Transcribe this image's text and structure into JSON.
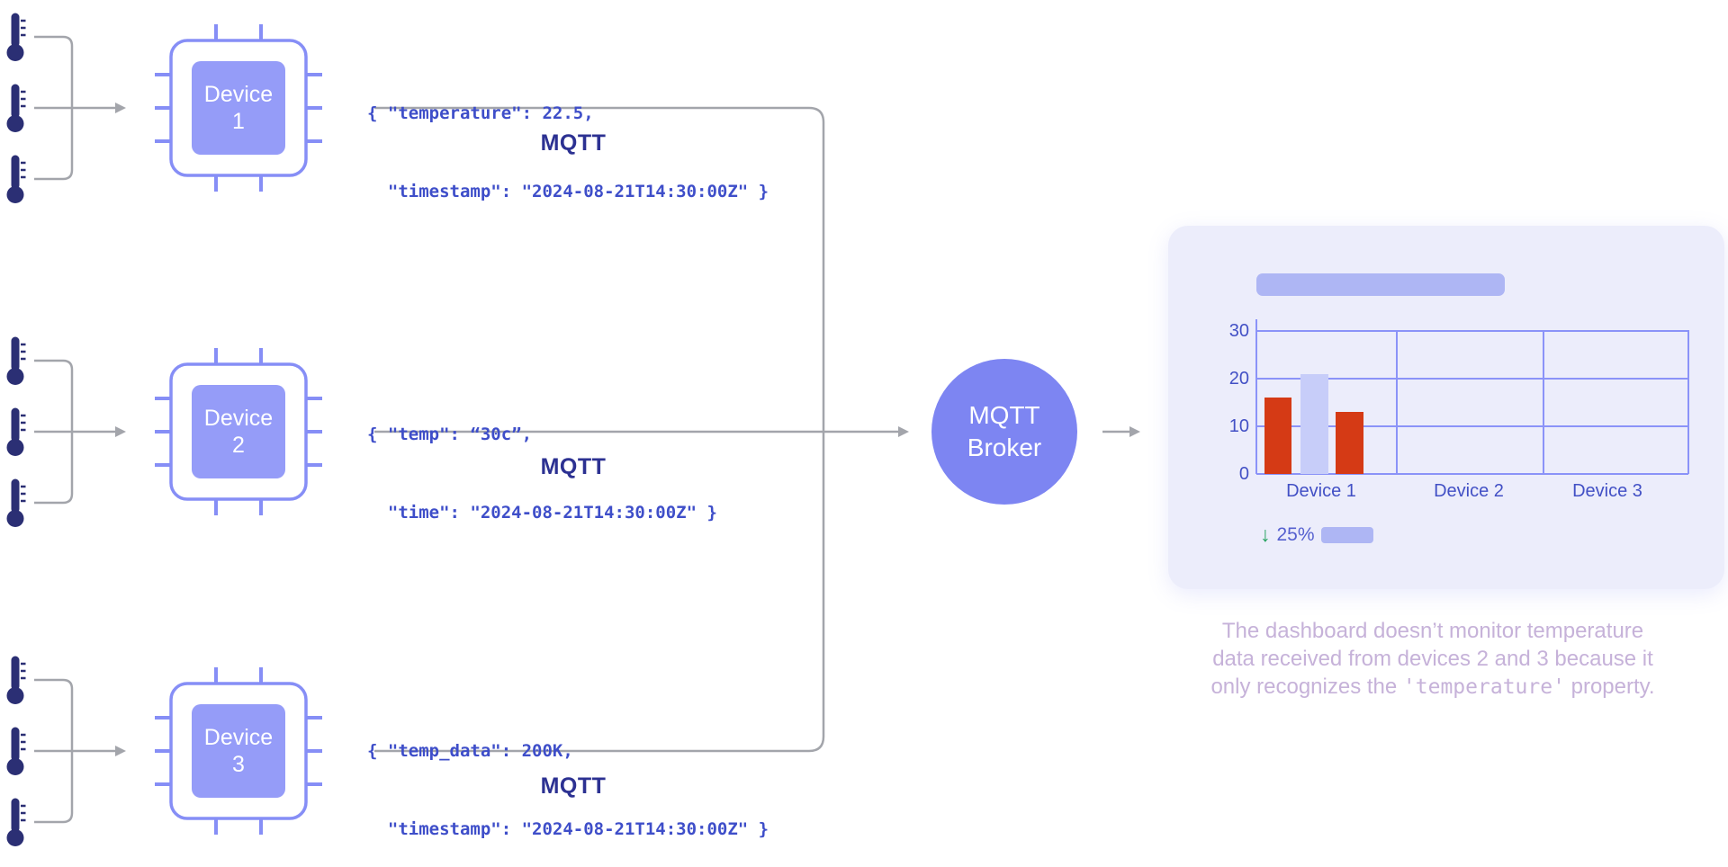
{
  "devices": [
    {
      "name_line1": "Device",
      "name_line2": "1",
      "payload_line1": "{ \"temperature\": 22.5,",
      "payload_line2": "  \"timestamp\": \"2024-08-21T14:30:00Z\" }",
      "protocol_label": "MQTT"
    },
    {
      "name_line1": "Device",
      "name_line2": "2",
      "payload_line1": "{ \"temp\": “30c”,",
      "payload_line2": "  \"time\": \"2024-08-21T14:30:00Z\" }",
      "protocol_label": "MQTT"
    },
    {
      "name_line1": "Device",
      "name_line2": "3",
      "payload_line1": "{ \"temp_data\": 200K,",
      "payload_line2": "  \"timestamp\": \"2024-08-21T14:30:00Z\" }",
      "protocol_label": "MQTT"
    }
  ],
  "broker": {
    "label_line1": "MQTT",
    "label_line2": "Broker"
  },
  "dashboard": {
    "chart_data": {
      "type": "bar",
      "categories": [
        "Device 1",
        "Device 2",
        "Device 3"
      ],
      "yticks": [
        "30",
        "20",
        "10",
        "0"
      ],
      "ylim": [
        0,
        30
      ],
      "grid": true,
      "device1_bars": [
        {
          "value": 16,
          "color": "#d53a15"
        },
        {
          "value": 21,
          "color": "#c7cdf9"
        },
        {
          "value": 13,
          "color": "#d53a15"
        }
      ],
      "device2_bars": [],
      "device3_bars": []
    },
    "stat": {
      "direction": "down",
      "arrow": "↓",
      "value": "25%"
    }
  },
  "caption": {
    "line1": "The dashboard doesn’t monitor temperature",
    "line2": "data received from devices 2 and 3 because it",
    "line3_pre": "only recognizes the ",
    "line3_code": "'temperature'",
    "line3_post": " property."
  },
  "colors": {
    "periwinkle": "#8b93f8",
    "chip_fill": "#959cf8",
    "broker_fill": "#7d85f2",
    "json_text": "#3e4ec9",
    "mqtt_label": "#2c3192",
    "thermometer": "#2b2f74",
    "connector_gray": "#a3a5ab",
    "card_bg": "#ecedfb",
    "bar_red": "#d53a15",
    "bar_lavender": "#c7cdf9",
    "pill": "#aeb6f4",
    "stat_green": "#27a360",
    "caption_text": "#c6b2d9"
  }
}
